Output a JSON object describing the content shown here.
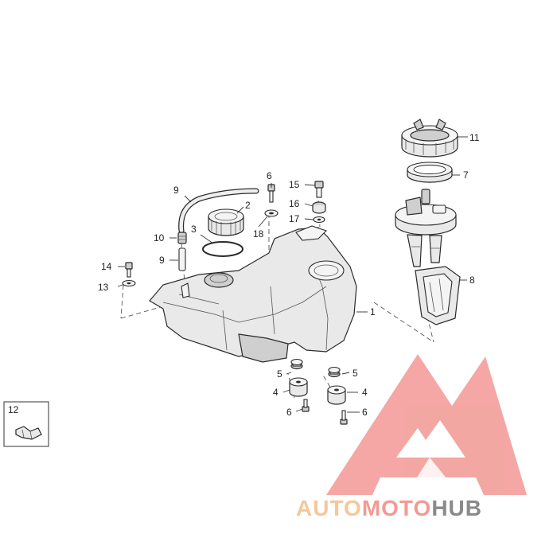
{
  "callouts": {
    "c1": "1",
    "c2": "2",
    "c3": "3",
    "c4a": "4",
    "c4b": "4",
    "c5a": "5",
    "c5b": "5",
    "c6top": "6",
    "c6a": "6",
    "c6b": "6",
    "c7": "7",
    "c8": "8",
    "c9top": "9",
    "c9": "9",
    "c10": "10",
    "c11": "11",
    "c12": "12",
    "c13": "13",
    "c14": "14",
    "c15": "15",
    "c16": "16",
    "c17": "17",
    "c18": "18"
  },
  "watermark": {
    "part1": "AUTO",
    "part2": "MOTO",
    "part3": "HUB",
    "color_auto": "#f6c79a",
    "color_moto": "#f29a94",
    "color_hub": "#8a8a8a",
    "mark_color": "#f08a85"
  }
}
